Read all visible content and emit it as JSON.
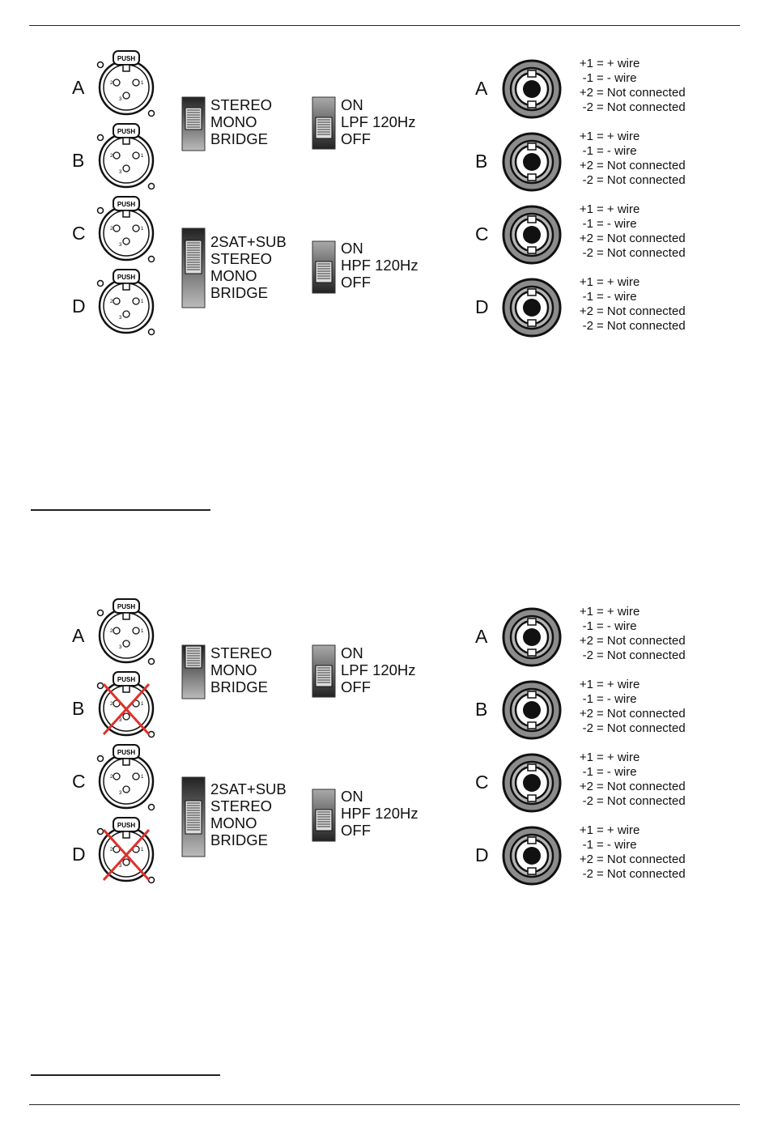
{
  "sections": [
    {
      "inputs": [
        {
          "letter": "A",
          "push": "PUSH",
          "crossed": false
        },
        {
          "letter": "B",
          "push": "PUSH",
          "crossed": false
        },
        {
          "letter": "C",
          "push": "PUSH",
          "crossed": false
        },
        {
          "letter": "D",
          "push": "PUSH",
          "crossed": false
        }
      ],
      "mode_switch_1": {
        "labels": [
          "STEREO",
          "MONO",
          "BRIDGE"
        ],
        "position_fraction": 0.33
      },
      "mode_switch_2": {
        "labels": [
          "2SAT+SUB",
          "STEREO",
          "MONO",
          "BRIDGE"
        ],
        "position_fraction": 0.25
      },
      "lpf_switch": {
        "labels": [
          "ON",
          "LPF 120Hz",
          "OFF"
        ],
        "position_fraction": 0.66
      },
      "hpf_switch": {
        "labels": [
          "ON",
          "HPF 120Hz",
          "OFF"
        ],
        "position_fraction": 0.66
      },
      "outputs": [
        {
          "letter": "A",
          "wiring": [
            [
              "+1",
              "= + wire"
            ],
            [
              "-1",
              "= - wire"
            ],
            [
              "+2",
              "= Not connected"
            ],
            [
              "-2",
              "= Not connected"
            ]
          ]
        },
        {
          "letter": "B",
          "wiring": [
            [
              "+1",
              "= + wire"
            ],
            [
              "-1",
              "= - wire"
            ],
            [
              "+2",
              "= Not connected"
            ],
            [
              "-2",
              "= Not connected"
            ]
          ]
        },
        {
          "letter": "C",
          "wiring": [
            [
              "+1",
              "= + wire"
            ],
            [
              "-1",
              "= - wire"
            ],
            [
              "+2",
              "= Not connected"
            ],
            [
              "-2",
              "= Not connected"
            ]
          ]
        },
        {
          "letter": "D",
          "wiring": [
            [
              "+1",
              "= + wire"
            ],
            [
              "-1",
              "= - wire"
            ],
            [
              "+2",
              "= Not connected"
            ],
            [
              "-2",
              "= Not connected"
            ]
          ]
        }
      ]
    },
    {
      "inputs": [
        {
          "letter": "A",
          "push": "PUSH",
          "crossed": false
        },
        {
          "letter": "B",
          "push": "PUSH",
          "crossed": true
        },
        {
          "letter": "C",
          "push": "PUSH",
          "crossed": false
        },
        {
          "letter": "D",
          "push": "PUSH",
          "crossed": true
        }
      ],
      "mode_switch_1": {
        "labels": [
          "STEREO",
          "MONO",
          "BRIDGE"
        ],
        "position_fraction": 0.0
      },
      "mode_switch_2": {
        "labels": [
          "2SAT+SUB",
          "STEREO",
          "MONO",
          "BRIDGE"
        ],
        "position_fraction": 0.5
      },
      "lpf_switch": {
        "labels": [
          "ON",
          "LPF 120Hz",
          "OFF"
        ],
        "position_fraction": 0.66
      },
      "hpf_switch": {
        "labels": [
          "ON",
          "HPF 120Hz",
          "OFF"
        ],
        "position_fraction": 0.66
      },
      "outputs": [
        {
          "letter": "A",
          "wiring": [
            [
              "+1",
              "= + wire"
            ],
            [
              "-1",
              "= - wire"
            ],
            [
              "+2",
              "= Not connected"
            ],
            [
              "-2",
              "= Not connected"
            ]
          ]
        },
        {
          "letter": "B",
          "wiring": [
            [
              "+1",
              "= + wire"
            ],
            [
              "-1",
              "= - wire"
            ],
            [
              "+2",
              "= Not connected"
            ],
            [
              "-2",
              "= Not connected"
            ]
          ]
        },
        {
          "letter": "C",
          "wiring": [
            [
              "+1",
              "= + wire"
            ],
            [
              "-1",
              "= - wire"
            ],
            [
              "+2",
              "= Not connected"
            ],
            [
              "-2",
              "= Not connected"
            ]
          ]
        },
        {
          "letter": "D",
          "wiring": [
            [
              "+1",
              "= + wire"
            ],
            [
              "-1",
              "= - wire"
            ],
            [
              "+2",
              "= Not connected"
            ],
            [
              "-2",
              "= Not connected"
            ]
          ]
        }
      ]
    }
  ],
  "colors": {
    "cross": "#e0302a",
    "connector_gray": "#8c8c8c",
    "ink": "#111111"
  }
}
